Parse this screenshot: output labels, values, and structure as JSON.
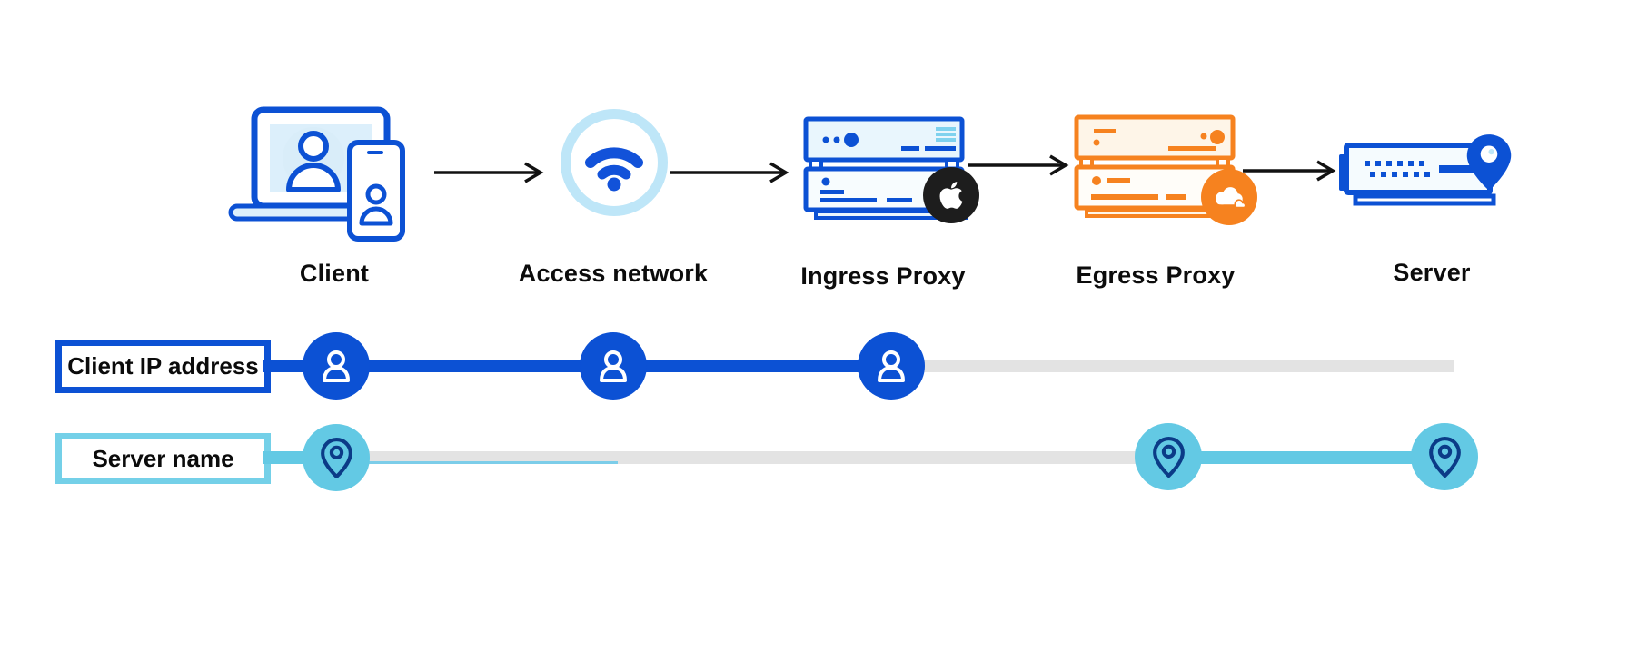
{
  "flow": {
    "nodes": [
      {
        "id": "client",
        "label": "Client",
        "icon": "laptop-phone-user"
      },
      {
        "id": "access-network",
        "label": "Access network",
        "icon": "wifi"
      },
      {
        "id": "ingress-proxy",
        "label": "Ingress Proxy",
        "icon": "server-rack-blue",
        "badge": "apple-logo"
      },
      {
        "id": "egress-proxy",
        "label": "Egress Proxy",
        "icon": "server-rack-orange",
        "badge": "cloudflare-logo"
      },
      {
        "id": "server",
        "label": "Server",
        "icon": "server-with-location-pin"
      }
    ],
    "connector": "black-arrow"
  },
  "tracks": {
    "client_ip": {
      "label": "Client IP address",
      "marker_icon": "person",
      "color": "#0C51D4",
      "markers_at": [
        "Client",
        "Access network",
        "Ingress Proxy"
      ],
      "known_segment": [
        "Client",
        "Ingress Proxy"
      ],
      "hidden_segment": [
        "Ingress Proxy",
        "Server"
      ]
    },
    "server_name": {
      "label": "Server name",
      "marker_icon": "location-pin",
      "color": "#63C9E4",
      "markers_at": [
        "Client",
        "Egress Proxy",
        "Server"
      ],
      "known_segment": [
        "Egress Proxy",
        "Server"
      ],
      "hidden_segment": [
        "Client",
        "Egress Proxy"
      ]
    }
  },
  "colors": {
    "primary_blue": "#0C51D4",
    "light_blue_ring": "#BEE6F8",
    "pale_blue_fill": "#DCEFFB",
    "teal": "#63C9E4",
    "teal_border": "#74D0E8",
    "orange": "#F6821F",
    "cream_fill": "#FEF5E8",
    "navy_pin": "#0B3B87",
    "badge_black": "#1D1D1D",
    "track_gray": "#E3E3E3",
    "arrow_black": "#121212"
  }
}
